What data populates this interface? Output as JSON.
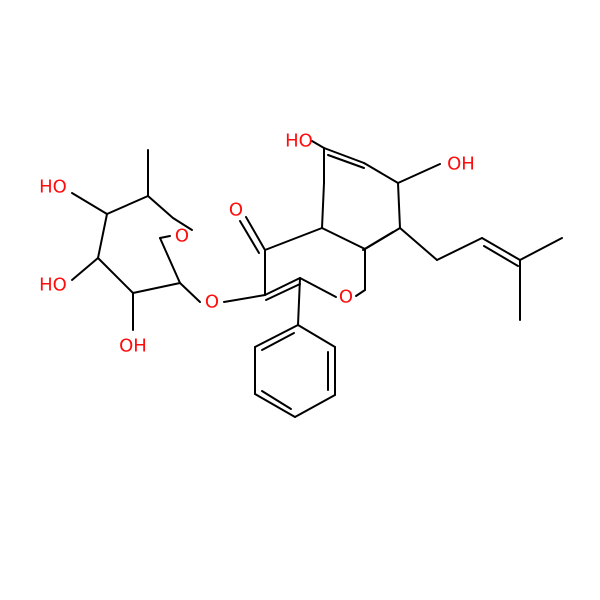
{
  "colors": {
    "bond": "#000000",
    "oxygen": "#ff0d0d",
    "background": "#ffffff"
  },
  "labels": {
    "oh_c5": "HO",
    "oh_c7": "OH",
    "o_carbonyl": "O",
    "o_ring": "O",
    "o_ether": "O",
    "o_sugar_ring": "O",
    "ho_sugar_top": "HO",
    "ho_sugar_mid": "HO",
    "oh_sugar_bottom": "OH"
  }
}
